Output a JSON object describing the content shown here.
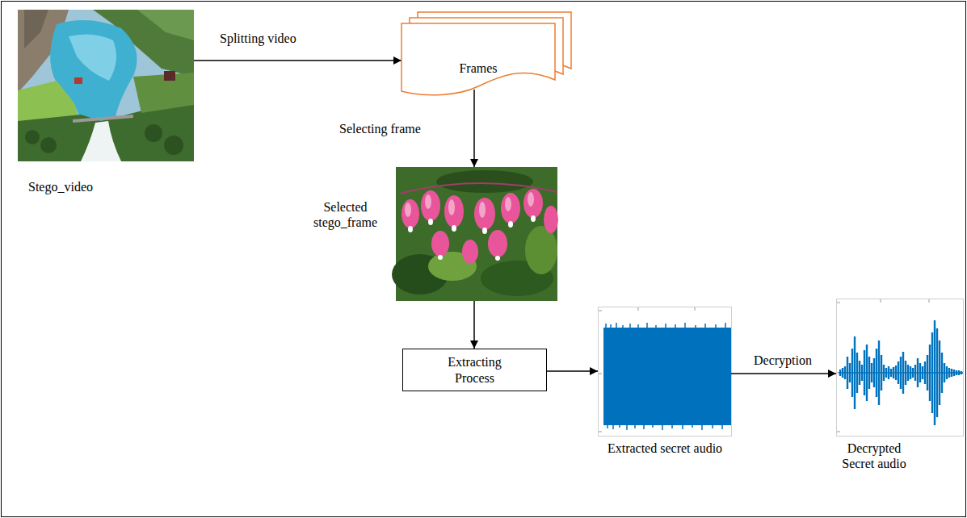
{
  "diagram": {
    "nodes": [
      {
        "text": [
          "Stego_video"
        ]
      },
      {
        "text": [
          "Frames"
        ]
      },
      {
        "text": [
          "Selected stego_frame"
        ]
      },
      {
        "text": [
          "Extracting Process"
        ]
      },
      {
        "text": [
          "Extracted secret audio"
        ]
      },
      {
        "text": [
          "Decrypted Secret audio"
        ]
      }
    ],
    "edges": [
      {
        "from": 0,
        "to": 1,
        "arrow": "to",
        "label": "Splitting video"
      },
      {
        "from": 1,
        "to": 2,
        "arrow": "to",
        "label": "Selecting frame"
      },
      {
        "from": 2,
        "to": 3,
        "arrow": "to"
      },
      {
        "from": 3,
        "to": 4,
        "arrow": "to"
      },
      {
        "from": 4,
        "to": 5,
        "arrow": "to",
        "label": "Decryption"
      }
    ]
  }
}
